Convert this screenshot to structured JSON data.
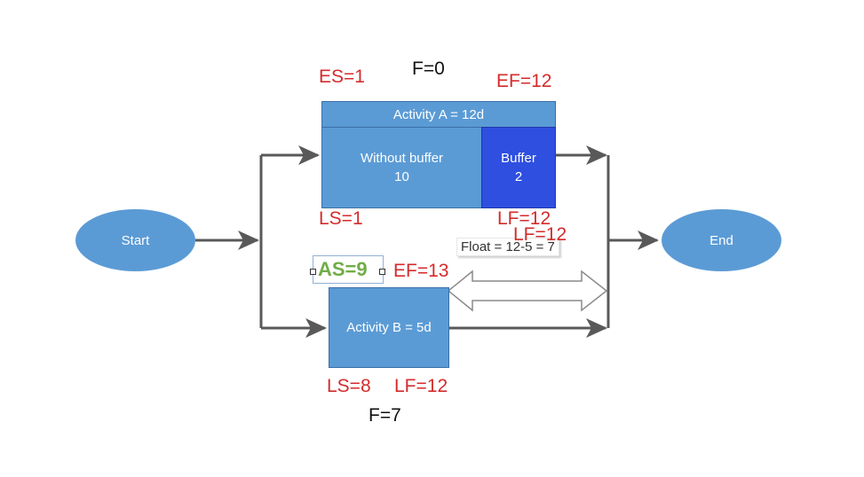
{
  "nodes": {
    "start": "Start",
    "end": "End",
    "activity_a_title": "Activity A = 12d",
    "without_buffer_label": "Without buffer",
    "without_buffer_value": "10",
    "buffer_label": "Buffer",
    "buffer_value": "2",
    "activity_b_title": "Activity B = 5d"
  },
  "annotations": {
    "a_es": "ES=1",
    "a_float": "F=0",
    "a_ef": "EF=12",
    "a_ls": "LS=1",
    "a_lf": "LF=12",
    "a_lf_overlap": "LF=12",
    "float_label": "Float = 12-5 = 7",
    "b_as": "AS=9",
    "b_ef": "EF=13",
    "b_ls": "LS=8",
    "b_lf": "LF=12",
    "b_float": "F=7"
  },
  "colors": {
    "node_blue": "#5b9bd5",
    "buffer_blue": "#2e4fe0",
    "annotation_red": "#d52b2b",
    "as_green": "#70ad47",
    "arrow_gray": "#595959"
  }
}
